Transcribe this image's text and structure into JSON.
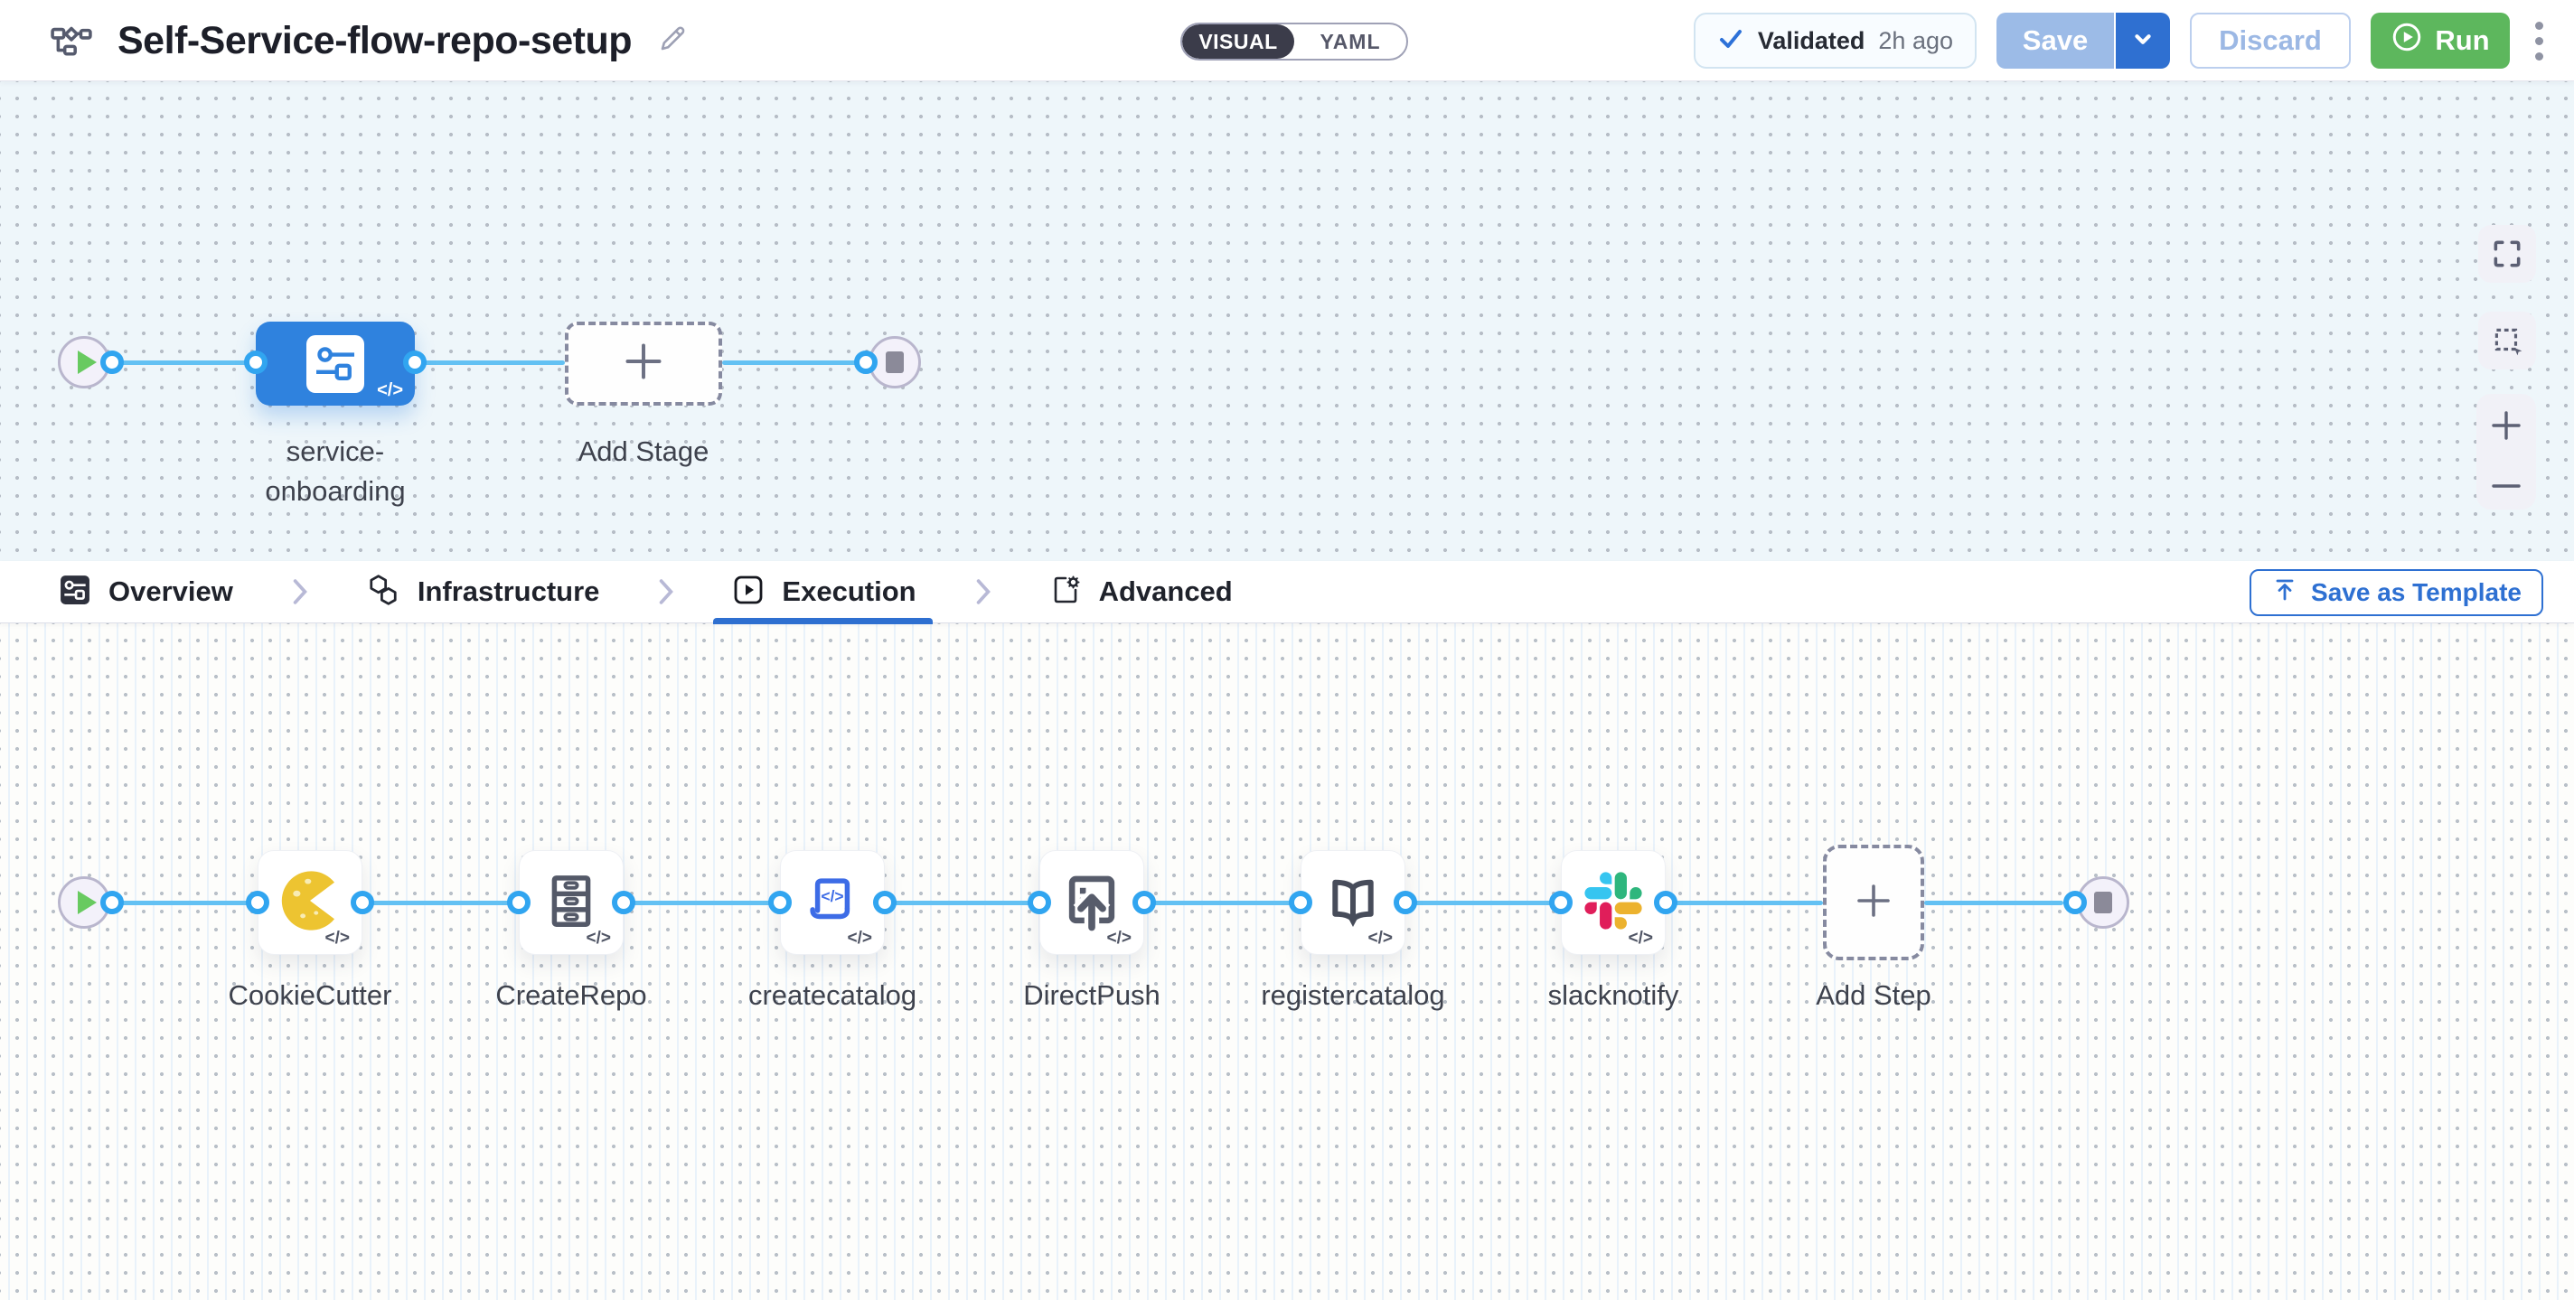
{
  "header": {
    "title": "Self-Service-flow-repo-setup",
    "toggle": {
      "visual_label": "VISUAL",
      "yaml_label": "YAML",
      "selected": "VISUAL"
    },
    "validated": {
      "label": "Validated",
      "time_ago": "2h ago"
    },
    "save_label": "Save",
    "discard_label": "Discard",
    "run_label": "Run"
  },
  "stage_canvas": {
    "stage_label_line1": "service-",
    "stage_label_line2": "onboarding",
    "add_stage_label": "Add Stage",
    "code_badge": "</>"
  },
  "tab_bar": {
    "tabs": [
      {
        "label": "Overview"
      },
      {
        "label": "Infrastructure"
      },
      {
        "label": "Execution",
        "active": true
      },
      {
        "label": "Advanced"
      }
    ],
    "save_as_template_label": "Save as Template"
  },
  "execution_canvas": {
    "steps": [
      {
        "name": "CookieCutter"
      },
      {
        "name": "CreateRepo"
      },
      {
        "name": "createcatalog"
      },
      {
        "name": "DirectPush"
      },
      {
        "name": "registercatalog"
      },
      {
        "name": "slacknotify"
      }
    ],
    "add_step_label": "Add Step",
    "code_badge": "</>"
  },
  "colors": {
    "accent_blue": "#2f70d1",
    "stage_blue": "#2f82de",
    "connector_blue": "#63c1f3",
    "run_green": "#5db75d",
    "toggle_dark": "#3b3c4a"
  }
}
